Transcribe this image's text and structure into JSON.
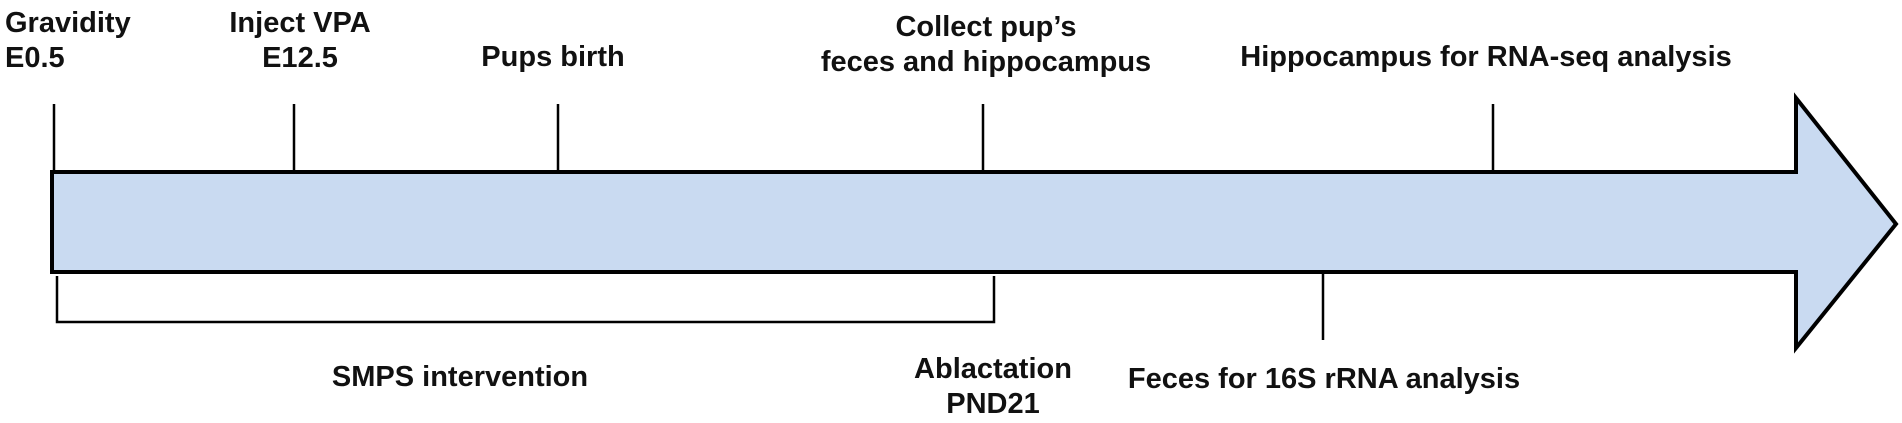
{
  "colors": {
    "arrow_fill": "#c9daf1",
    "stroke": "#000000",
    "text": "#111111"
  },
  "events_top": [
    {
      "lines": [
        "Gravidity",
        "E0.5"
      ]
    },
    {
      "lines": [
        "Inject VPA",
        "E12.5"
      ]
    },
    {
      "lines": [
        "Pups birth"
      ]
    },
    {
      "lines": [
        "Collect pup’s",
        "feces and hippocampus"
      ]
    },
    {
      "lines": [
        "Hippocampus for RNA-seq analysis"
      ]
    }
  ],
  "events_bottom": [
    {
      "lines": [
        "SMPS intervention"
      ]
    },
    {
      "lines": [
        "Ablactation",
        "PND21"
      ]
    },
    {
      "lines": [
        "Feces for 16S rRNA analysis"
      ]
    }
  ]
}
